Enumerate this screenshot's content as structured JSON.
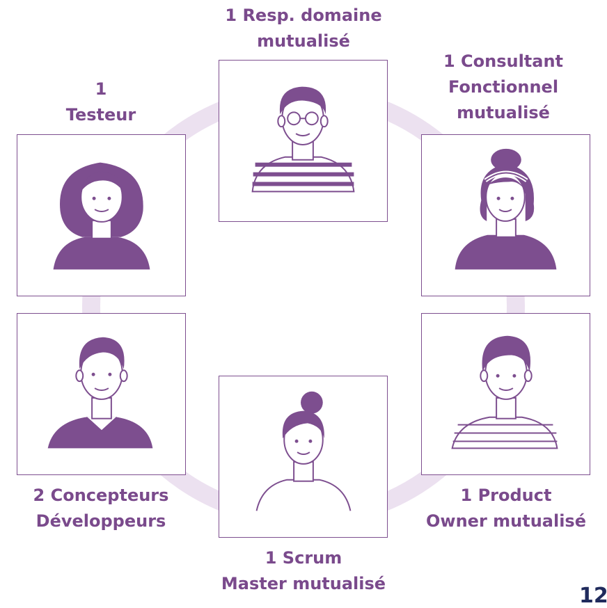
{
  "colors": {
    "accent": "#7d4e8f",
    "ring": "#ece1f0",
    "page_number": "#1f2a5c"
  },
  "roles": {
    "domain_lead": {
      "line1": "1 Resp. domaine",
      "line2": "mutualisé",
      "avatar": "man-with-glasses-avatar-icon"
    },
    "consultant": {
      "line1": "1 Consultant",
      "line2": "Fonctionnel",
      "line3": "mutualisé",
      "avatar": "woman-with-headband-avatar-icon"
    },
    "tester": {
      "line1": "1",
      "line2": "Testeur",
      "avatar": "woman-with-long-hair-avatar-icon"
    },
    "developers": {
      "line1": "2 Concepteurs",
      "line2": "Développeurs",
      "avatar": "man-avatar-icon"
    },
    "product_owner": {
      "line1": "1 Product",
      "line2": "Owner mutualisé",
      "avatar": "man-with-striped-shirt-avatar-icon"
    },
    "scrum_master": {
      "line1": "1 Scrum",
      "line2": "Master mutualisé",
      "avatar": "woman-with-bun-avatar-icon"
    }
  },
  "page_number": "12"
}
